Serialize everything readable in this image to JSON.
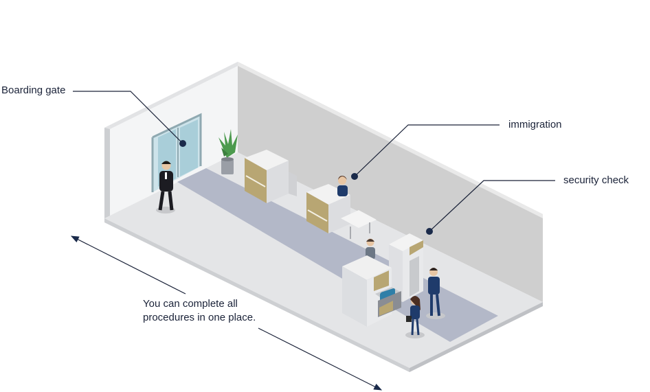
{
  "labels": {
    "boarding_gate": "Boarding gate",
    "immigration": "immigration",
    "security_check": "security check",
    "caption_line1": "You can complete all",
    "caption_line2": "procedures in one place."
  },
  "colors": {
    "leader_line": "#1a2238",
    "marker": "#1a2a4a",
    "back_wall": "#cfcfcf",
    "floor": "#e4e5e7",
    "carpet": "#b3b8c8",
    "counter_gold": "#b8a673",
    "uniform": "#1f3b6b"
  }
}
